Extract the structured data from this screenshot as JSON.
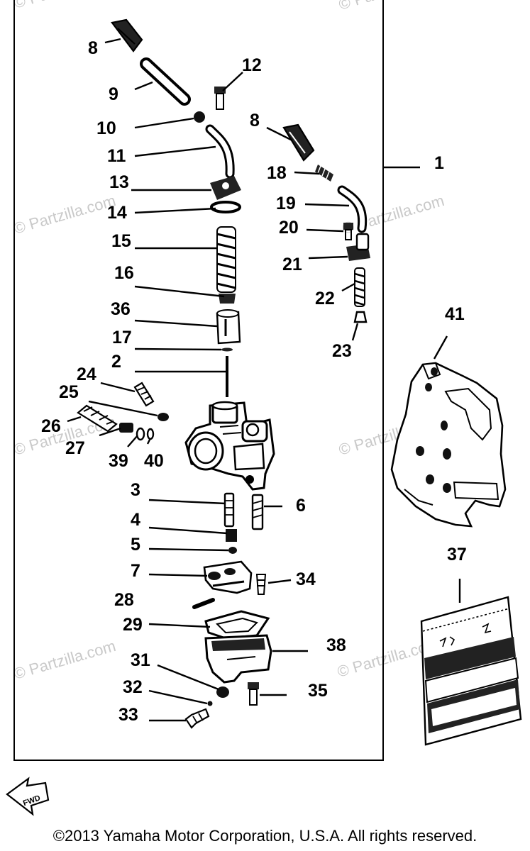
{
  "watermark": "© Partzilla.com",
  "callouts": [
    "8",
    "9",
    "12",
    "10",
    "11",
    "8",
    "18",
    "1",
    "13",
    "14",
    "19",
    "20",
    "21",
    "15",
    "16",
    "22",
    "36",
    "23",
    "41",
    "17",
    "2",
    "24",
    "25",
    "26",
    "27",
    "39",
    "40",
    "3",
    "6",
    "4",
    "5",
    "37",
    "7",
    "34",
    "28",
    "29",
    "38",
    "31",
    "35",
    "32",
    "33"
  ],
  "fwd_label": "FWD",
  "copyright": "©2013 Yamaha Motor Corporation, U.S.A. All rights reserved."
}
